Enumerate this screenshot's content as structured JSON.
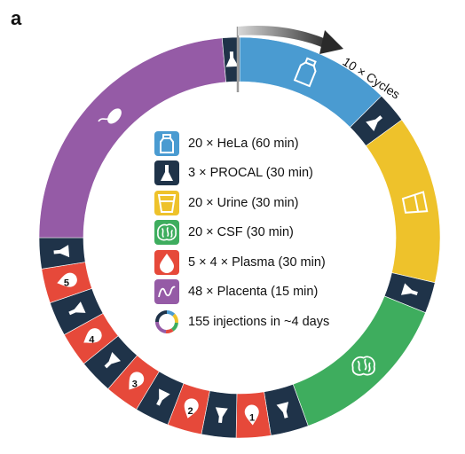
{
  "panel_label": "a",
  "cycle_label": "10 × Cycles",
  "legend": [
    {
      "key": "hela",
      "text": "20 × HeLa (60 min)",
      "color": "#4a9bd1",
      "icon": "bottle-icon"
    },
    {
      "key": "procal",
      "text": "3 × PROCAL (30 min)",
      "color": "#1f3349",
      "icon": "vial-icon"
    },
    {
      "key": "urine",
      "text": "20 × Urine (30 min)",
      "color": "#eec22b",
      "icon": "cup-icon"
    },
    {
      "key": "csf",
      "text": "20 × CSF (30 min)",
      "color": "#3ead5e",
      "icon": "brain-icon"
    },
    {
      "key": "plasma",
      "text": "5 × 4 × Plasma (30 min)",
      "color": "#e6493a",
      "icon": "drop-icon"
    },
    {
      "key": "placenta",
      "text": "48 × Placenta (15 min)",
      "color": "#955ba6",
      "icon": "placenta-icon"
    },
    {
      "key": "total",
      "text": "155 injections in ~4 days",
      "color": "#ffffff",
      "icon": "ring-icon"
    }
  ],
  "plasma_numbers": [
    "1",
    "2",
    "3",
    "4",
    "5"
  ],
  "colors": {
    "hela": "#4a9bd1",
    "procal": "#1f3349",
    "urine": "#eec22b",
    "csf": "#3ead5e",
    "plasma": "#e6493a",
    "placenta": "#955ba6",
    "arrow": "#2a2a2a",
    "marker": "#9a9a9a"
  }
}
